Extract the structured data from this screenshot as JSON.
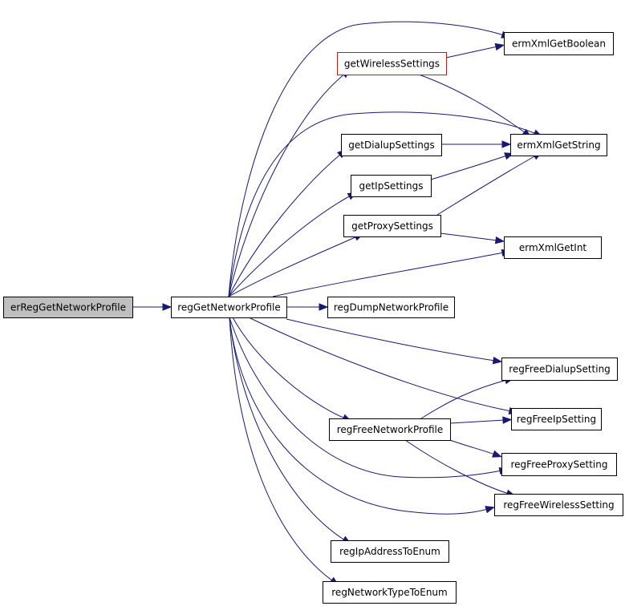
{
  "diagram": {
    "type": "call-graph",
    "nodes": [
      {
        "id": "erRegGetNetworkProfile",
        "label": "erRegGetNetworkProfile",
        "style": "root"
      },
      {
        "id": "regGetNetworkProfile",
        "label": "regGetNetworkProfile",
        "style": "normal"
      },
      {
        "id": "getWirelessSettings",
        "label": "getWirelessSettings",
        "style": "highlight"
      },
      {
        "id": "ermXmlGetBoolean",
        "label": "ermXmlGetBoolean",
        "style": "normal"
      },
      {
        "id": "ermXmlGetString",
        "label": "ermXmlGetString",
        "style": "normal"
      },
      {
        "id": "getDialupSettings",
        "label": "getDialupSettings",
        "style": "normal"
      },
      {
        "id": "getIpSettings",
        "label": "getIpSettings",
        "style": "normal"
      },
      {
        "id": "getProxySettings",
        "label": "getProxySettings",
        "style": "normal"
      },
      {
        "id": "ermXmlGetInt",
        "label": "ermXmlGetInt",
        "style": "normal"
      },
      {
        "id": "regDumpNetworkProfile",
        "label": "regDumpNetworkProfile",
        "style": "normal"
      },
      {
        "id": "regFreeDialupSetting",
        "label": "regFreeDialupSetting",
        "style": "normal"
      },
      {
        "id": "regFreeNetworkProfile",
        "label": "regFreeNetworkProfile",
        "style": "normal"
      },
      {
        "id": "regFreeIpSetting",
        "label": "regFreeIpSetting",
        "style": "normal"
      },
      {
        "id": "regFreeProxySetting",
        "label": "regFreeProxySetting",
        "style": "normal"
      },
      {
        "id": "regFreeWirelessSetting",
        "label": "regFreeWirelessSetting",
        "style": "normal"
      },
      {
        "id": "regIpAddressToEnum",
        "label": "regIpAddressToEnum",
        "style": "normal"
      },
      {
        "id": "regNetworkTypeToEnum",
        "label": "regNetworkTypeToEnum",
        "style": "normal"
      }
    ],
    "edges": [
      {
        "from": "erRegGetNetworkProfile",
        "to": "regGetNetworkProfile"
      },
      {
        "from": "regGetNetworkProfile",
        "to": "ermXmlGetBoolean"
      },
      {
        "from": "regGetNetworkProfile",
        "to": "getWirelessSettings"
      },
      {
        "from": "regGetNetworkProfile",
        "to": "ermXmlGetString"
      },
      {
        "from": "regGetNetworkProfile",
        "to": "getDialupSettings"
      },
      {
        "from": "regGetNetworkProfile",
        "to": "getIpSettings"
      },
      {
        "from": "regGetNetworkProfile",
        "to": "getProxySettings"
      },
      {
        "from": "regGetNetworkProfile",
        "to": "ermXmlGetInt"
      },
      {
        "from": "regGetNetworkProfile",
        "to": "regDumpNetworkProfile"
      },
      {
        "from": "regGetNetworkProfile",
        "to": "regFreeDialupSetting"
      },
      {
        "from": "regGetNetworkProfile",
        "to": "regFreeIpSetting"
      },
      {
        "from": "regGetNetworkProfile",
        "to": "regFreeNetworkProfile"
      },
      {
        "from": "regGetNetworkProfile",
        "to": "regFreeProxySetting"
      },
      {
        "from": "regGetNetworkProfile",
        "to": "regFreeWirelessSetting"
      },
      {
        "from": "regGetNetworkProfile",
        "to": "regIpAddressToEnum"
      },
      {
        "from": "regGetNetworkProfile",
        "to": "regNetworkTypeToEnum"
      },
      {
        "from": "getWirelessSettings",
        "to": "ermXmlGetBoolean"
      },
      {
        "from": "getWirelessSettings",
        "to": "ermXmlGetString"
      },
      {
        "from": "getDialupSettings",
        "to": "ermXmlGetString"
      },
      {
        "from": "getIpSettings",
        "to": "ermXmlGetString"
      },
      {
        "from": "getProxySettings",
        "to": "ermXmlGetString"
      },
      {
        "from": "getProxySettings",
        "to": "ermXmlGetInt"
      },
      {
        "from": "regFreeNetworkProfile",
        "to": "regFreeDialupSetting"
      },
      {
        "from": "regFreeNetworkProfile",
        "to": "regFreeIpSetting"
      },
      {
        "from": "regFreeNetworkProfile",
        "to": "regFreeProxySetting"
      },
      {
        "from": "regFreeNetworkProfile",
        "to": "regFreeWirelessSetting"
      }
    ],
    "colors": {
      "edge": "#191970",
      "root_fill": "#bfbfbf",
      "highlight_border": "#ff0000"
    }
  }
}
